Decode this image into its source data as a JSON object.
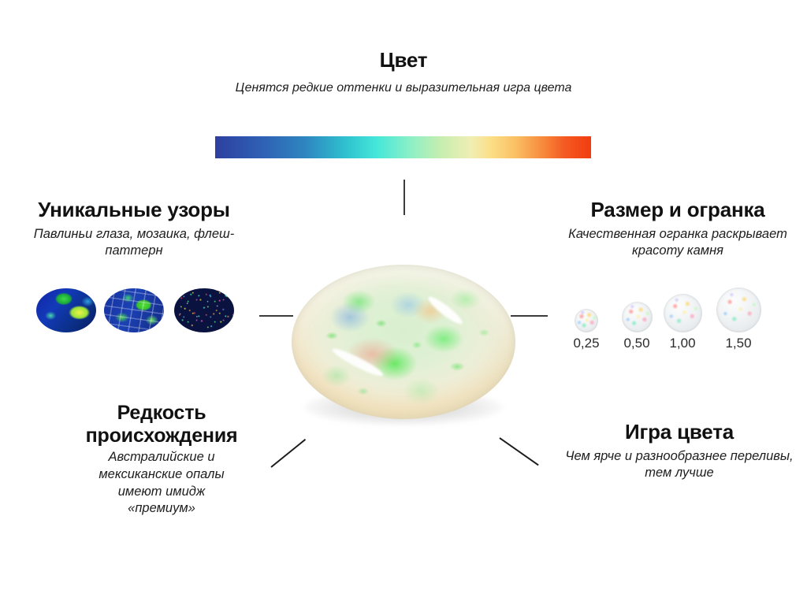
{
  "top": {
    "title": "Цвет",
    "subtitle": "Ценятся редкие оттенки и выразительная игра цвета",
    "gradient": {
      "start_color": "#2f3f9e",
      "mid_color": "#45e7da",
      "end_color": "#f23c10"
    }
  },
  "patterns": {
    "title": "Уникальные узоры",
    "subtitle": "Павлиньи глаза, мозаика, флеш-паттерн",
    "thumbnails": [
      {
        "name": "flash-pattern-opal"
      },
      {
        "name": "mosaic-pattern-opal"
      },
      {
        "name": "pinfire-pattern-opal"
      }
    ]
  },
  "size": {
    "title": "Размер и огранка",
    "subtitle": "Качественная огранка раскрывает красоту камня",
    "items": [
      {
        "label": "0,25",
        "diameter": 30
      },
      {
        "label": "0,50",
        "diameter": 39
      },
      {
        "label": "1,00",
        "diameter": 49
      },
      {
        "label": "1,50",
        "diameter": 57
      }
    ]
  },
  "rarity": {
    "title_line1": "Редкость",
    "title_line2": "происхождения",
    "subtitle": "Австралийские и мексиканские опалы имеют имидж «премиум»"
  },
  "play": {
    "title": "Игра цвета",
    "subtitle": "Чем ярче и разнообразнее переливы, тем лучше"
  },
  "center": {
    "name": "opal-cabochon"
  }
}
